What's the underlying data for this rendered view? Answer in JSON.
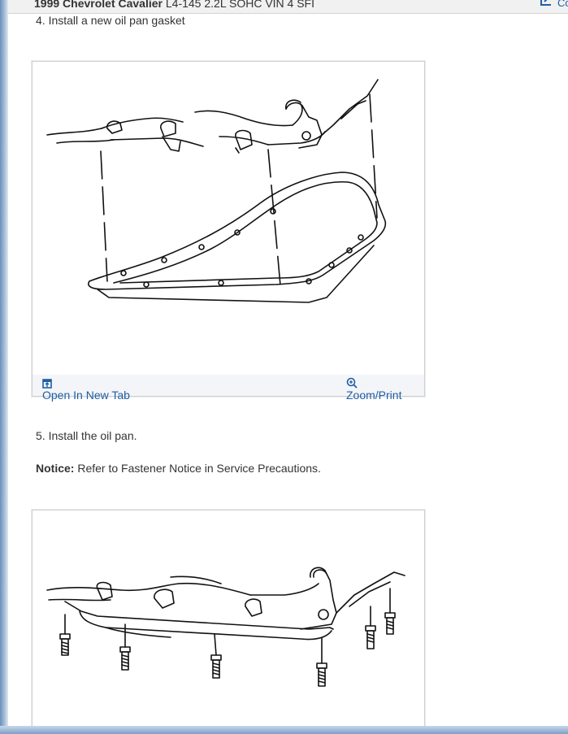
{
  "header": {
    "title_bold": "1999 Chevrolet Cavalier",
    "title_rest": "L4-145 2.2L SOHC VIN 4 SFI",
    "clipped_label": "Co"
  },
  "steps": [
    {
      "text": "4. Install a new oil pan gasket"
    },
    {
      "text": "5. Install the oil pan."
    }
  ],
  "notice": {
    "label": "Notice:",
    "text": " Refer to Fastener Notice in Service Precautions."
  },
  "figure_toolbar": {
    "open_label": "Open In New Tab",
    "zoom_label": "Zoom/Print",
    "open_icon": "open-new-tab-icon",
    "zoom_icon": "zoom-icon"
  },
  "colors": {
    "link": "#1f5fa6",
    "text": "#333333",
    "toolbar_bg": "#f4f5f8"
  }
}
